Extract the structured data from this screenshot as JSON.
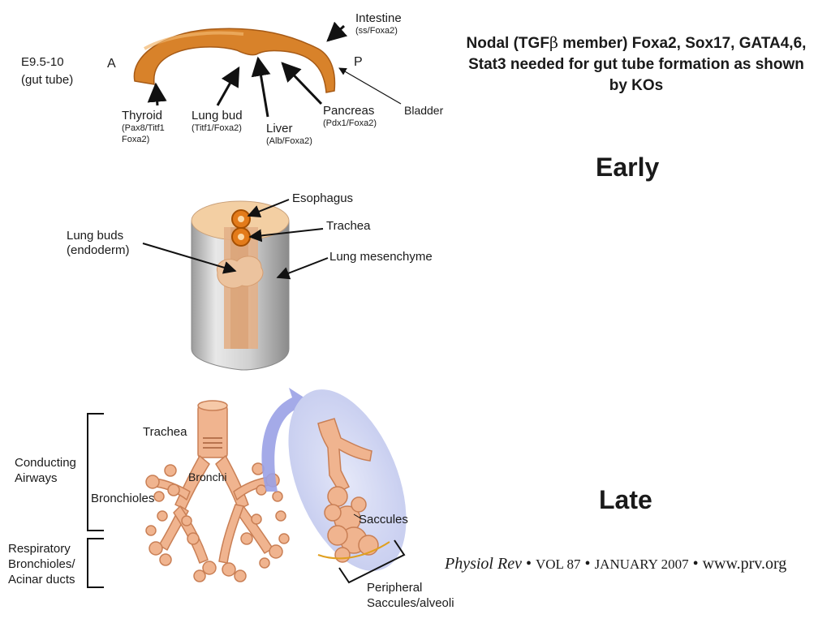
{
  "headline": {
    "part1": "Nodal (TGF",
    "beta": "β",
    "part2": " member) Foxa2, Sox17, GATA4,6, Stat3 needed for gut tube formation as shown by KOs"
  },
  "early_label": "Early",
  "late_label": "Late",
  "gut_tube_panel": {
    "stage": "E9.5-10",
    "stage_sub": "(gut tube)",
    "anterior": "A",
    "posterior": "P",
    "intestine": "Intestine",
    "intestine_sub": "(ss/Foxa2)",
    "thyroid": "Thyroid",
    "thyroid_sub1": "(Pax8/Titf1",
    "thyroid_sub2": "Foxa2)",
    "lung_bud": "Lung bud",
    "lung_bud_sub": "(Titf1/Foxa2)",
    "liver": "Liver",
    "liver_sub": "(Alb/Foxa2)",
    "pancreas": "Pancreas",
    "pancreas_sub": "(Pdx1/Foxa2)",
    "bladder": "Bladder"
  },
  "cross_section_panel": {
    "esophagus": "Esophagus",
    "trachea": "Trachea",
    "lung_buds_1": "Lung buds",
    "lung_buds_2": "(endoderm)",
    "lung_mesenchyme": "Lung mesenchyme"
  },
  "airway_panel": {
    "trachea": "Trachea",
    "bronchi": "Bronchi",
    "bronchioles": "Bronchioles",
    "conducting_1": "Conducting",
    "conducting_2": "Airways",
    "respiratory_1": "Respiratory",
    "respiratory_2": "Bronchioles/",
    "respiratory_3": "Acinar ducts",
    "saccules": "Saccules",
    "peripheral_1": "Peripheral",
    "peripheral_2": "Saccules/alveoli"
  },
  "citation": {
    "journal": "Physiol Rev",
    "sep": " • ",
    "volume": "VOL 87",
    "date": "JANUARY 2007",
    "url": "www.prv.org"
  },
  "colors": {
    "gut_tube": "#d8822a",
    "tissue": "#f0b48f",
    "tissue_dark": "#d98a62",
    "mesenchyme": "#d9d9d9",
    "cap": "#f3cfa3",
    "arrow_blue": "#9aa1e6",
    "glow": "#d7dcf5"
  }
}
